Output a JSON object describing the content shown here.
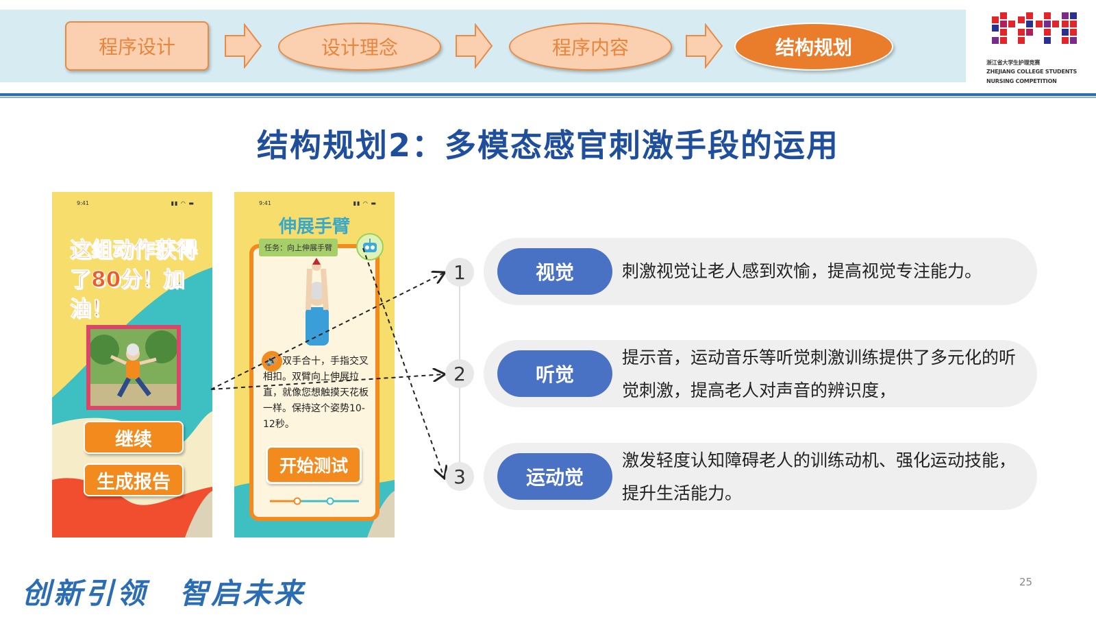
{
  "header": {
    "steps": [
      "程序设计",
      "设计理念",
      "程序内容",
      "结构规划"
    ],
    "logo_lines": [
      "浙江省大学生护理竞赛",
      "ZHEJIANG COLLEGE STUDENTS",
      "NURSING COMPETITION"
    ]
  },
  "title": "结构规划2：多模态感官刺激手段的运用",
  "phone1": {
    "time": "9:41",
    "status_icons": "▮▮ ◠ ▬",
    "score_text": "这组动作获得了80分！加油！",
    "continue_label": "继续",
    "report_label": "生成报告"
  },
  "phone2": {
    "time": "9:41",
    "status_icons": "▮▮ ◠ ▬",
    "exercise_title": "伸展手臂",
    "task": "任务：向上伸展手臂",
    "description": "双手合十，手指交叉相扣。双臂向上伸展拉直，就像您想触摸天花板一样。保持这个姿势10-12秒。",
    "start_label": "开始测试"
  },
  "items": [
    {
      "number": "1",
      "tag": "视觉",
      "text": "刺激视觉让老人感到欢愉，提高视觉专注能力。"
    },
    {
      "number": "2",
      "tag": "听觉",
      "text": "提示音，运动音乐等听觉刺激训练提供了多元化的听觉刺激，提高老人对声音的辨识度，"
    },
    {
      "number": "3",
      "tag": "运动觉",
      "text": "激发轻度认知障碍老人的训练动机、强化运动技能，提升生活能力。"
    }
  ],
  "slogan": "创新引领　智启未来",
  "page_number": "25",
  "colors": {
    "accent_orange": "#ea7d2c",
    "title_blue": "#1f4e9c",
    "tag_blue": "#4a72c4"
  }
}
